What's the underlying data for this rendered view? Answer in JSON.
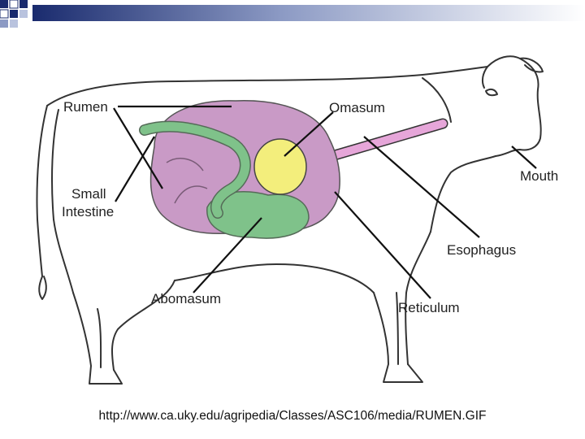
{
  "colors": {
    "header_dark": "#1a2b6e",
    "header_light": "#b9c3de",
    "rumen": "#c99ac6",
    "omasum": "#f3ee7c",
    "abomasum": "#7fc28a",
    "intestine": "#7fc28a",
    "esophagus": "#e6a6d9",
    "outline": "#333333"
  },
  "labels": {
    "rumen": "Rumen",
    "omasum": "Omasum",
    "small_intestine_line1": "Small",
    "small_intestine_line2": "Intestine",
    "mouth": "Mouth",
    "esophagus": "Esophagus",
    "abomasum": "Abomasum",
    "reticulum": "Reticulum"
  },
  "caption": "http://www.ca.uky.edu/agripedia/Classes/ASC106/media/RUMEN.GIF"
}
